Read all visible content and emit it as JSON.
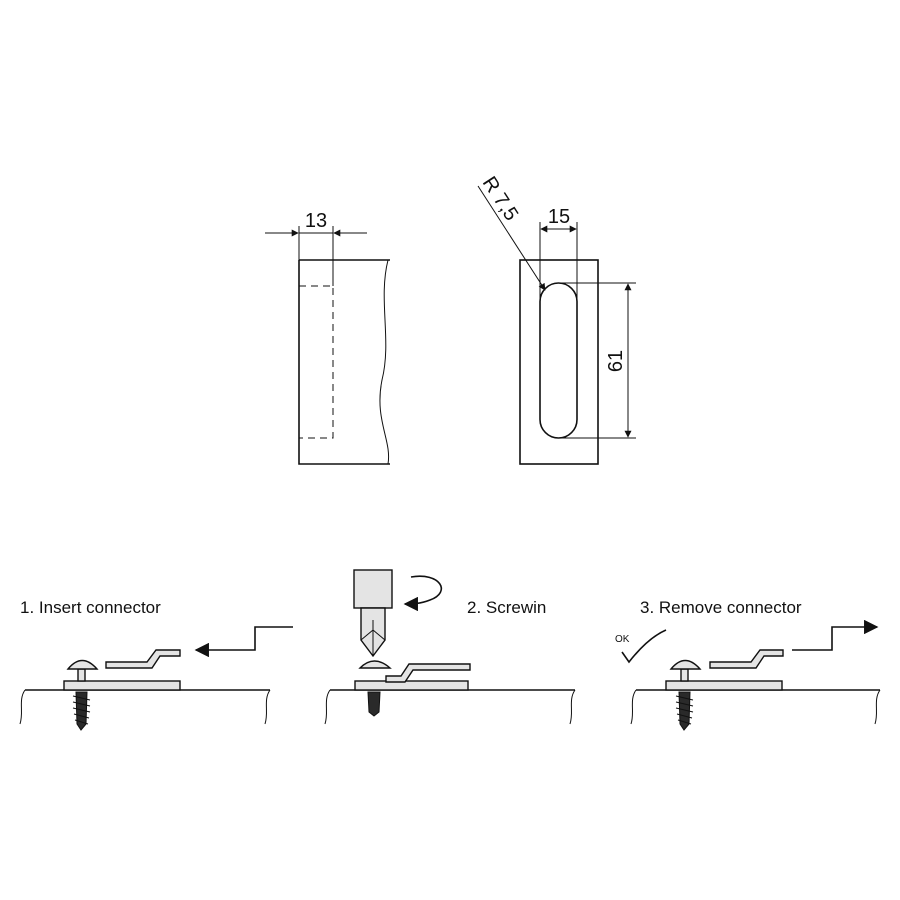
{
  "dimensions": {
    "width_13": "13",
    "width_15": "15",
    "radius": "R 7,5",
    "height_61": "61"
  },
  "steps": [
    {
      "label": "1. Insert connector"
    },
    {
      "label": "2. Screwin"
    },
    {
      "label": "3. Remove connector"
    }
  ],
  "ok_mark": "OK",
  "colors": {
    "ink": "#111111",
    "part_fill": "#e4e4e4"
  }
}
